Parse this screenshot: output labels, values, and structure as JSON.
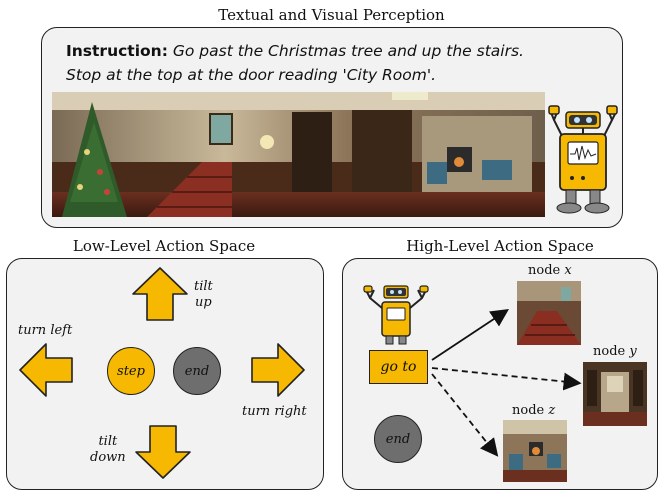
{
  "top_section": {
    "title": "Textual and Visual Perception",
    "instruction_label": "Instruction:",
    "instruction_line1": "Go past the Christmas tree and up the stairs.",
    "instruction_line2": "Stop at the top at the door reading 'City Room'."
  },
  "low_level": {
    "title": "Low-Level Action Space",
    "tilt_up": [
      "tilt",
      "up"
    ],
    "tilt_down": [
      "tilt",
      "down"
    ],
    "turn_left": "turn left",
    "turn_right": "turn right",
    "step": "step",
    "end": "end"
  },
  "high_level": {
    "title": "High-Level Action Space",
    "go_to": "go to",
    "end": "end",
    "nodes": [
      {
        "prefix": "node ",
        "var": "x"
      },
      {
        "prefix": "node ",
        "var": "y"
      },
      {
        "prefix": "node ",
        "var": "z"
      }
    ]
  },
  "colors": {
    "accent": "#f6b800",
    "end_gray": "#6e6e6e",
    "panel_bg": "#f2f2f2",
    "border": "#222222"
  }
}
